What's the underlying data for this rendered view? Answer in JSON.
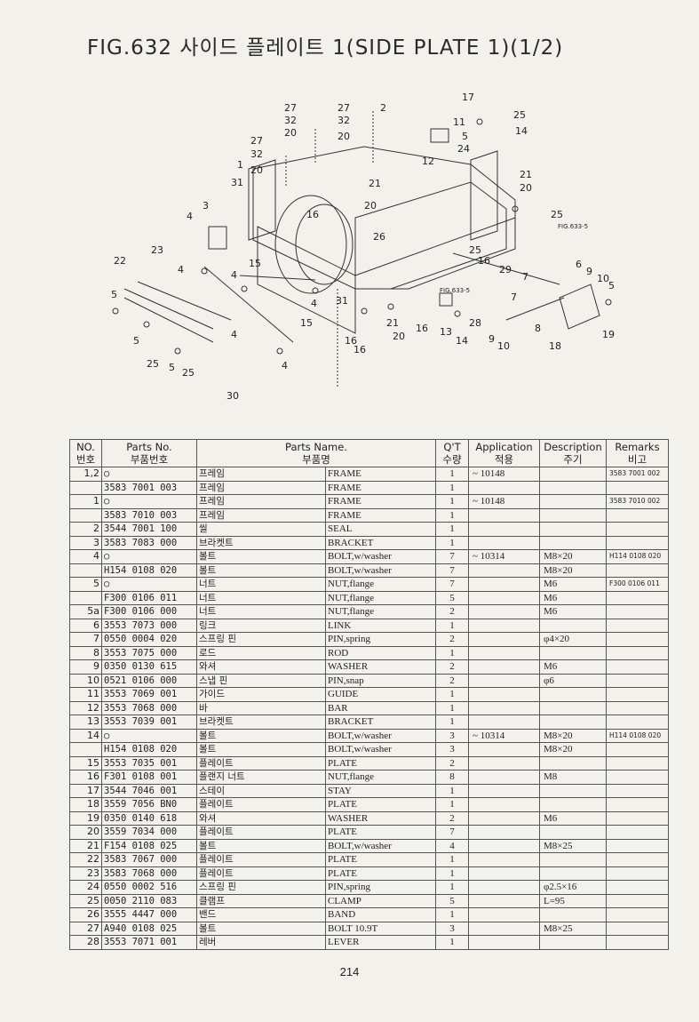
{
  "title": "FIG.632 사이드 플레이트 1(SIDE PLATE 1)(1/2)",
  "diagram": {
    "callouts": [
      "1",
      "2",
      "3",
      "4",
      "5",
      "6",
      "7",
      "8",
      "9",
      "10",
      "11",
      "12",
      "13",
      "14",
      "15",
      "16",
      "17",
      "18",
      "19",
      "20",
      "21",
      "22",
      "23",
      "24",
      "25",
      "26",
      "27",
      "28",
      "29",
      "30",
      "31",
      "32"
    ],
    "references": [
      "FIG.633-5",
      "FIG.633-5"
    ]
  },
  "table": {
    "headers": {
      "no": "NO.",
      "no_kr": "번호",
      "parts_no": "Parts No.",
      "parts_no_kr": "부품번호",
      "parts_name": "Parts Name.",
      "parts_name_kr": "부품명",
      "qty": "Q'T",
      "qty_kr": "수량",
      "application": "Application",
      "application_kr": "적용",
      "description": "Description",
      "description_kr": "주기",
      "remarks": "Remarks",
      "remarks_kr": "비고"
    },
    "rows": [
      {
        "no": "1,2",
        "pn": "○",
        "kr": "프레임",
        "en": "FRAME",
        "qty": "1",
        "app": "~ 10148",
        "desc": "",
        "rem": "3583 7001 002"
      },
      {
        "no": "",
        "pn": "3583 7001 003",
        "kr": "프레임",
        "en": "FRAME",
        "qty": "1",
        "app": "",
        "desc": "",
        "rem": ""
      },
      {
        "no": "1",
        "pn": "○",
        "kr": "프레임",
        "en": "FRAME",
        "qty": "1",
        "app": "~ 10148",
        "desc": "",
        "rem": "3583 7010 002"
      },
      {
        "no": "",
        "pn": "3583 7010 003",
        "kr": "프레임",
        "en": "FRAME",
        "qty": "1",
        "app": "",
        "desc": "",
        "rem": ""
      },
      {
        "no": "2",
        "pn": "3544 7001 100",
        "kr": "씰",
        "en": "SEAL",
        "qty": "1",
        "app": "",
        "desc": "",
        "rem": ""
      },
      {
        "no": "3",
        "pn": "3583 7083 000",
        "kr": "브라켓트",
        "en": "BRACKET",
        "qty": "1",
        "app": "",
        "desc": "",
        "rem": ""
      },
      {
        "no": "4",
        "pn": "○",
        "kr": "볼트",
        "en": "BOLT,w/washer",
        "qty": "7",
        "app": "~ 10314",
        "desc": "M8×20",
        "rem": "H114 0108 020"
      },
      {
        "no": "",
        "pn": "H154 0108 020",
        "kr": "볼트",
        "en": "BOLT,w/washer",
        "qty": "7",
        "app": "",
        "desc": "M8×20",
        "rem": ""
      },
      {
        "no": "5",
        "pn": "○",
        "kr": "너트",
        "en": "NUT,flange",
        "qty": "7",
        "app": "",
        "desc": "M6",
        "rem": "F300 0106 011"
      },
      {
        "no": "",
        "pn": "F300 0106 011",
        "kr": "너트",
        "en": "NUT,flange",
        "qty": "5",
        "app": "",
        "desc": "M6",
        "rem": ""
      },
      {
        "no": "5a",
        "pn": "F300 0106 000",
        "kr": "너트",
        "en": "NUT,flange",
        "qty": "2",
        "app": "",
        "desc": "M6",
        "rem": ""
      },
      {
        "no": "6",
        "pn": "3553 7073 000",
        "kr": "링크",
        "en": "LINK",
        "qty": "1",
        "app": "",
        "desc": "",
        "rem": ""
      },
      {
        "no": "7",
        "pn": "0550 0004 020",
        "kr": "스프링 핀",
        "en": "PIN,spring",
        "qty": "2",
        "app": "",
        "desc": "φ4×20",
        "rem": ""
      },
      {
        "no": "8",
        "pn": "3553 7075 000",
        "kr": "로드",
        "en": "ROD",
        "qty": "1",
        "app": "",
        "desc": "",
        "rem": ""
      },
      {
        "no": "9",
        "pn": "0350 0130 615",
        "kr": "와셔",
        "en": "WASHER",
        "qty": "2",
        "app": "",
        "desc": "M6",
        "rem": ""
      },
      {
        "no": "10",
        "pn": "0521 0106 000",
        "kr": "스냅 핀",
        "en": "PIN,snap",
        "qty": "2",
        "app": "",
        "desc": "φ6",
        "rem": ""
      },
      {
        "no": "11",
        "pn": "3553 7069 001",
        "kr": "가이드",
        "en": "GUIDE",
        "qty": "1",
        "app": "",
        "desc": "",
        "rem": ""
      },
      {
        "no": "12",
        "pn": "3553 7068 000",
        "kr": "바",
        "en": "BAR",
        "qty": "1",
        "app": "",
        "desc": "",
        "rem": ""
      },
      {
        "no": "13",
        "pn": "3553 7039 001",
        "kr": "브라켓트",
        "en": "BRACKET",
        "qty": "1",
        "app": "",
        "desc": "",
        "rem": ""
      },
      {
        "no": "14",
        "pn": "○",
        "kr": "볼트",
        "en": "BOLT,w/washer",
        "qty": "3",
        "app": "~ 10314",
        "desc": "M8×20",
        "rem": "H114 0108 020"
      },
      {
        "no": "",
        "pn": "H154 0108 020",
        "kr": "볼트",
        "en": "BOLT,w/washer",
        "qty": "3",
        "app": "",
        "desc": "M8×20",
        "rem": ""
      },
      {
        "no": "15",
        "pn": "3553 7035 001",
        "kr": "플레이트",
        "en": "PLATE",
        "qty": "2",
        "app": "",
        "desc": "",
        "rem": ""
      },
      {
        "no": "16",
        "pn": "F301 0108 001",
        "kr": "플랜지 너트",
        "en": "NUT,flange",
        "qty": "8",
        "app": "",
        "desc": "M8",
        "rem": ""
      },
      {
        "no": "17",
        "pn": "3544 7046 001",
        "kr": "스테이",
        "en": "STAY",
        "qty": "1",
        "app": "",
        "desc": "",
        "rem": ""
      },
      {
        "no": "18",
        "pn": "3559 7056 BN0",
        "kr": "플레이트",
        "en": "PLATE",
        "qty": "1",
        "app": "",
        "desc": "",
        "rem": ""
      },
      {
        "no": "19",
        "pn": "0350 0140 618",
        "kr": "와셔",
        "en": "WASHER",
        "qty": "2",
        "app": "",
        "desc": "M6",
        "rem": ""
      },
      {
        "no": "20",
        "pn": "3559 7034 000",
        "kr": "플레이트",
        "en": "PLATE",
        "qty": "7",
        "app": "",
        "desc": "",
        "rem": ""
      },
      {
        "no": "21",
        "pn": "F154 0108 025",
        "kr": "볼트",
        "en": "BOLT,w/washer",
        "qty": "4",
        "app": "",
        "desc": "M8×25",
        "rem": ""
      },
      {
        "no": "22",
        "pn": "3583 7067 000",
        "kr": "플레이트",
        "en": "PLATE",
        "qty": "1",
        "app": "",
        "desc": "",
        "rem": ""
      },
      {
        "no": "23",
        "pn": "3583 7068 000",
        "kr": "플레이트",
        "en": "PLATE",
        "qty": "1",
        "app": "",
        "desc": "",
        "rem": ""
      },
      {
        "no": "24",
        "pn": "0550 0002 516",
        "kr": "스프링 핀",
        "en": "PIN,spring",
        "qty": "1",
        "app": "",
        "desc": "φ2.5×16",
        "rem": ""
      },
      {
        "no": "25",
        "pn": "0050 2110 083",
        "kr": "클램프",
        "en": "CLAMP",
        "qty": "5",
        "app": "",
        "desc": "L=95",
        "rem": ""
      },
      {
        "no": "26",
        "pn": "3555 4447 000",
        "kr": "밴드",
        "en": "BAND",
        "qty": "1",
        "app": "",
        "desc": "",
        "rem": ""
      },
      {
        "no": "27",
        "pn": "A940 0108 025",
        "kr": "볼트",
        "en": "BOLT 10.9T",
        "qty": "3",
        "app": "",
        "desc": "M8×25",
        "rem": ""
      },
      {
        "no": "28",
        "pn": "3553 7071 001",
        "kr": "레버",
        "en": "LEVER",
        "qty": "1",
        "app": "",
        "desc": "",
        "rem": ""
      }
    ]
  },
  "page_number": "214"
}
